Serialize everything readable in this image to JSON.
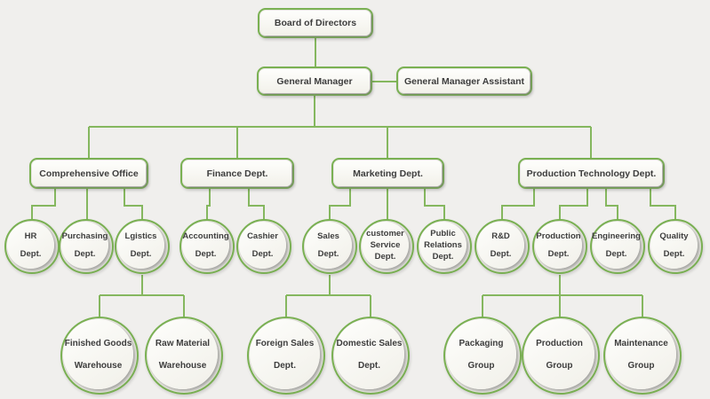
{
  "colors": {
    "connector_green": "#85b75f",
    "node_border_green": "#7ab153",
    "node_fill_light": "#f6f5f0",
    "background": "#f0efed",
    "text": "#3d3d3d"
  },
  "nodes": {
    "board": {
      "label": "Board of Directors"
    },
    "general_manager": {
      "label": "General Manager"
    },
    "general_manager_assistant": {
      "label": "General Manager Assistant"
    },
    "comprehensive_office": {
      "label": "Comprehensive Office"
    },
    "finance_dept": {
      "label": "Finance Dept."
    },
    "marketing_dept": {
      "label": "Marketing Dept."
    },
    "production_technology_dept": {
      "label": "Production Technology Dept."
    },
    "hr_dept": {
      "lines": [
        "HR",
        "Dept."
      ]
    },
    "purchasing_dept": {
      "lines": [
        "Purchasing",
        "Dept."
      ]
    },
    "logistics_dept": {
      "lines": [
        "Lgistics",
        "Dept."
      ]
    },
    "accounting_dept": {
      "lines": [
        "Accounting",
        "Dept."
      ]
    },
    "cashier_dept": {
      "lines": [
        "Cashier",
        "Dept."
      ]
    },
    "sales_dept": {
      "lines": [
        "Sales",
        "Dept."
      ]
    },
    "customer_service_dept": {
      "lines": [
        "customer",
        "Service",
        "Dept."
      ]
    },
    "public_relations_dept": {
      "lines": [
        "Public",
        "Relations",
        "Dept."
      ]
    },
    "rd_dept": {
      "lines": [
        "R&D",
        "Dept."
      ]
    },
    "production_dept": {
      "lines": [
        "Production",
        "Dept."
      ]
    },
    "engineering_dept": {
      "lines": [
        "Engineering",
        "Dept."
      ]
    },
    "quality_dept": {
      "lines": [
        "Quality",
        "Dept."
      ]
    },
    "finished_goods_warehouse": {
      "lines": [
        "Finished Goods",
        "Warehouse"
      ]
    },
    "raw_material_warehouse": {
      "lines": [
        "Raw Material",
        "Warehouse"
      ]
    },
    "foreign_sales_dept": {
      "lines": [
        "Foreign Sales",
        "Dept."
      ]
    },
    "domestic_sales_dept": {
      "lines": [
        "Domestic Sales",
        "Dept."
      ]
    },
    "packaging_group": {
      "lines": [
        "Packaging",
        "Group"
      ]
    },
    "production_group": {
      "lines": [
        "Production",
        "Group"
      ]
    },
    "maintenance_group": {
      "lines": [
        "Maintenance",
        "Group"
      ]
    }
  }
}
